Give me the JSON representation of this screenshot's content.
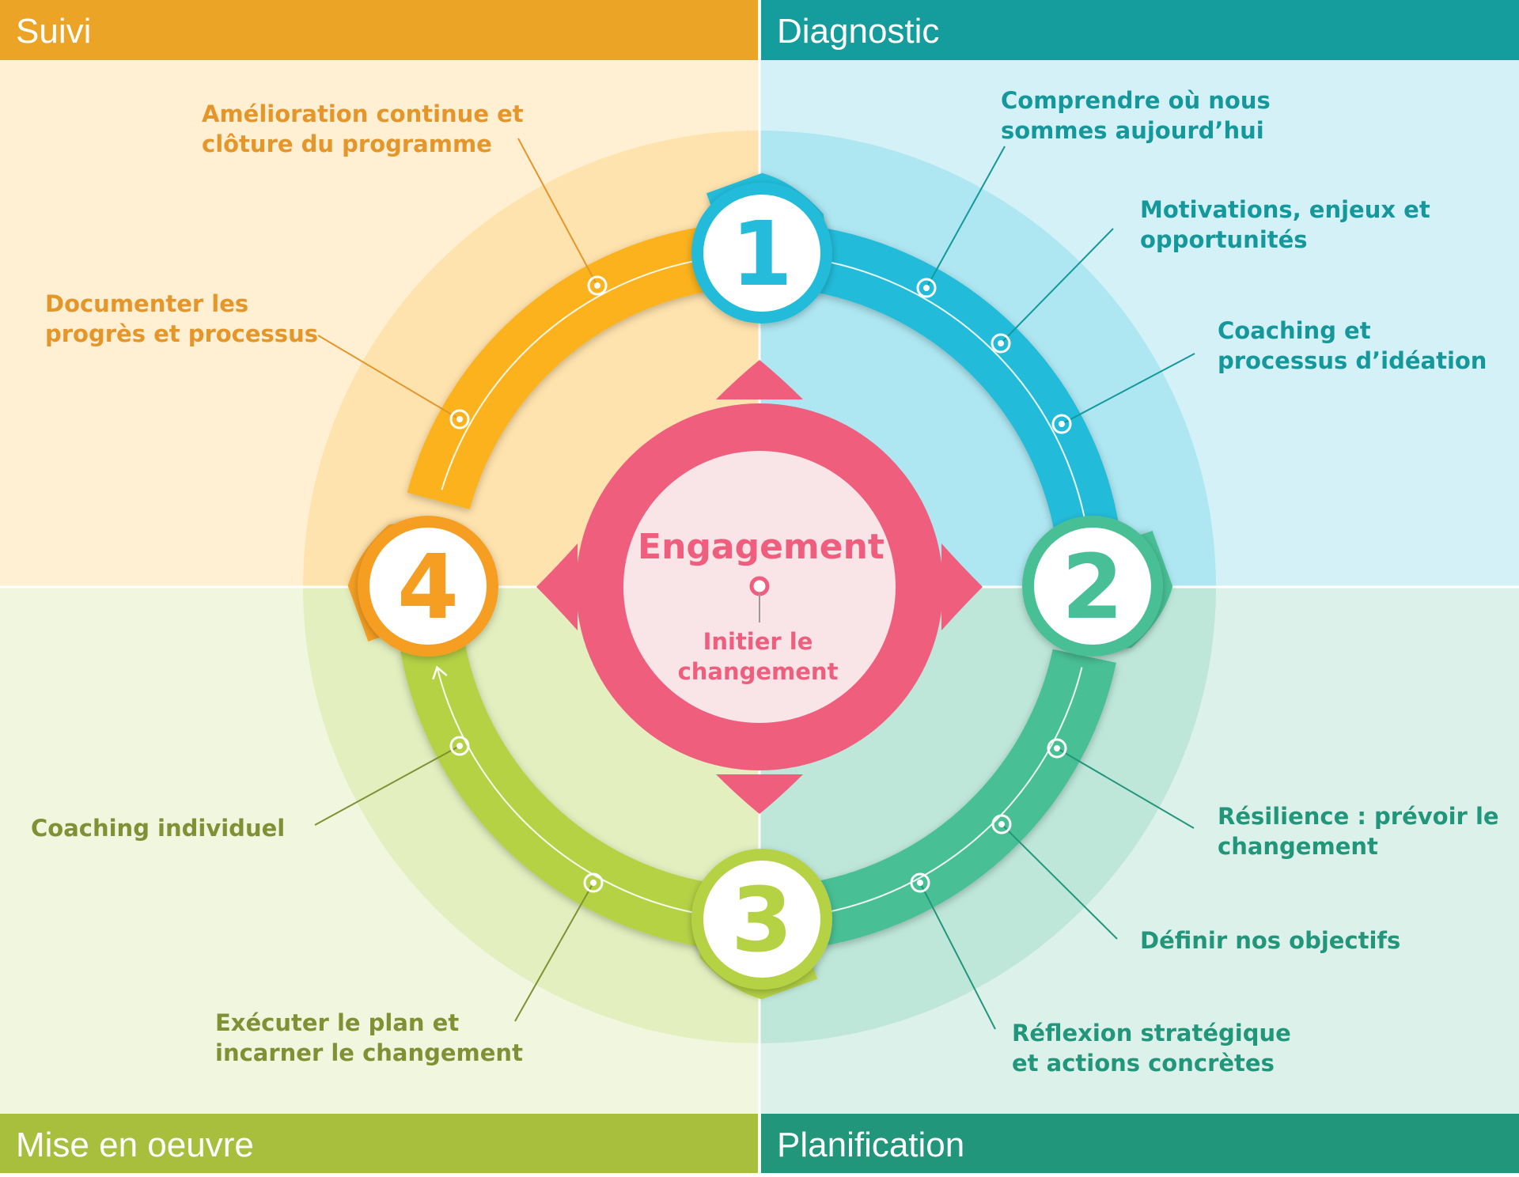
{
  "quadrants": {
    "suivi": {
      "title": "Suivi",
      "color": "#EBA425",
      "bg": "#FFF0D3",
      "circle_bg": "#FFE3AE"
    },
    "diagnostic": {
      "title": "Diagnostic",
      "color": "#159C9C",
      "bg": "#D4F1F7",
      "circle_bg": "#AEE7F2"
    },
    "mise_en_oeuvre": {
      "title": "Mise en oeuvre",
      "color": "#A7BF3C",
      "bg": "#F1F6DF",
      "circle_bg": "#E3EFBF"
    },
    "planification": {
      "title": "Planification",
      "color": "#22967B",
      "bg": "#DDF1EB",
      "circle_bg": "#BEE7DA"
    }
  },
  "center": {
    "title": "Engagement",
    "subtitle_line1": "Initier le",
    "subtitle_line2": "changement",
    "color": "#F05E7E",
    "inner_color": "#F9E4E8"
  },
  "steps": [
    {
      "number": "1",
      "color": "#24BCDA"
    },
    {
      "number": "2",
      "color": "#48BF96"
    },
    {
      "number": "3",
      "color": "#B5D244"
    },
    {
      "number": "4",
      "color": "#F59E22"
    }
  ],
  "arc_colors": {
    "top_left": "#FBB21C",
    "top_right": "#24BCDA",
    "bottom_right": "#48BF96",
    "bottom_left": "#B5D244"
  },
  "labels": {
    "suivi": [
      {
        "line1": "Amélioration continue et",
        "line2": "clôture du programme"
      },
      {
        "line1": "Documenter les",
        "line2": "progrès et processus"
      }
    ],
    "diagnostic": [
      {
        "line1": "Comprendre où nous",
        "line2": "sommes aujourd’hui"
      },
      {
        "line1": "Motivations, enjeux et",
        "line2": "opportunités"
      },
      {
        "line1": "Coaching et",
        "line2": "processus d’idéation"
      }
    ],
    "planification": [
      {
        "line1": "Résilience : prévoir le",
        "line2": "changement"
      },
      {
        "line1": "Définir nos objectifs",
        "line2": ""
      },
      {
        "line1": "Réflexion stratégique",
        "line2": "et actions concrètes"
      }
    ],
    "mise_en_oeuvre": [
      {
        "line1": "Coaching individuel",
        "line2": ""
      },
      {
        "line1": "Exécuter le plan et",
        "line2": "incarner le changement"
      }
    ]
  },
  "label_colors": {
    "suivi": "#E5962A",
    "diagnostic": "#14989B",
    "planification": "#22967B",
    "mise_en_oeuvre": "#7F9134"
  }
}
